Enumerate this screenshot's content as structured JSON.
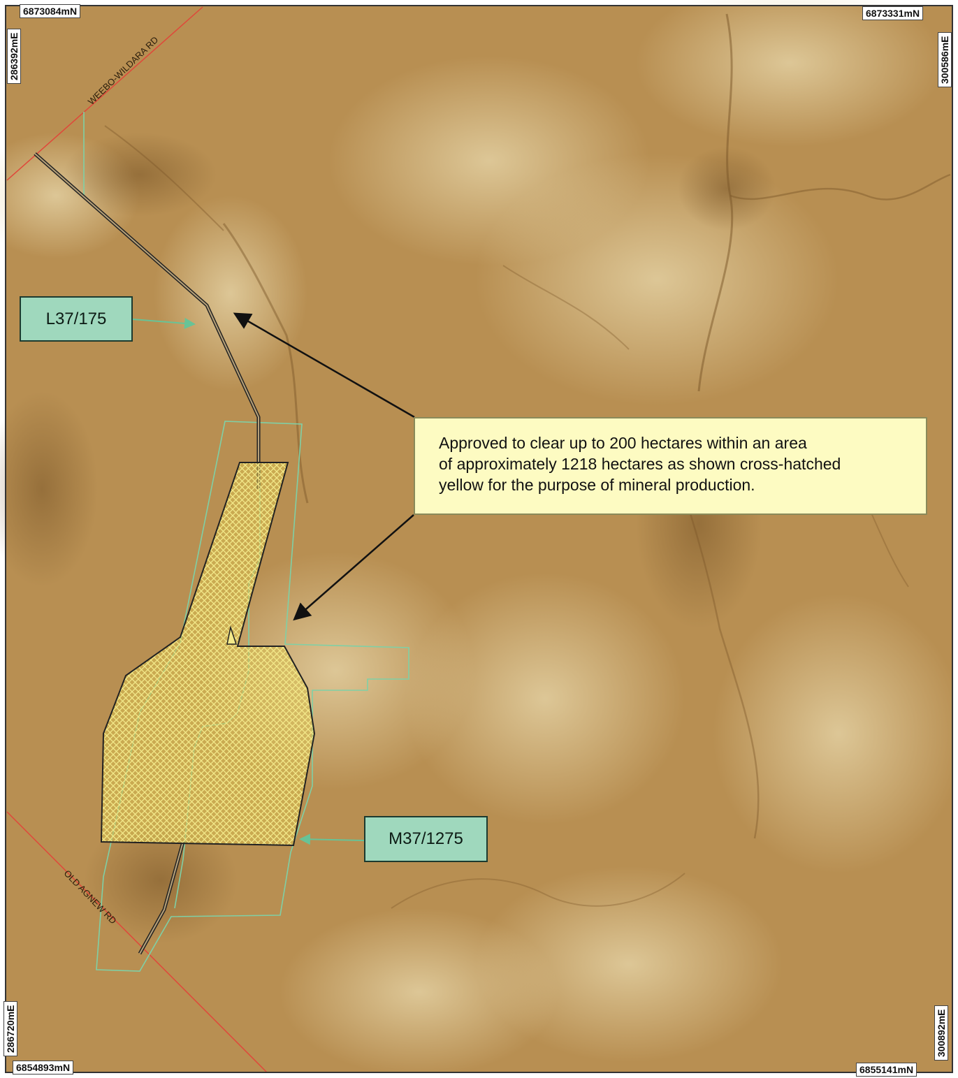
{
  "corner_coordinates": {
    "top_left_northing": "6873084mN",
    "top_right_northing": "6873331mN",
    "bottom_left_northing": "6854893mN",
    "bottom_right_northing": "6855141mN",
    "top_left_easting": "286392mE",
    "top_right_easting": "300586mE",
    "bottom_left_easting": "286720mE",
    "bottom_right_easting": "300892mE"
  },
  "roads": {
    "north_road": "WEEBO-WILDARA RD",
    "south_road": "OLD AGNEW RD"
  },
  "tenements": {
    "miscellaneous_licence": "L37/175",
    "mining_lease": "M37/1275"
  },
  "approval_note": {
    "line1": "Approved to clear up to 200 hectares within an area",
    "line2": "of approximately 1218 hectares as shown cross-hatched",
    "line3": "yellow for the purpose of mineral production."
  },
  "colors": {
    "terrain": "#b88f52",
    "clearing_area_fill": "#d9c050",
    "tenement_boundary": "#7fd0a6",
    "road_line": "#e0473a",
    "callout_fill": "#fdfbc2",
    "label_fill": "#9fd8bd"
  }
}
